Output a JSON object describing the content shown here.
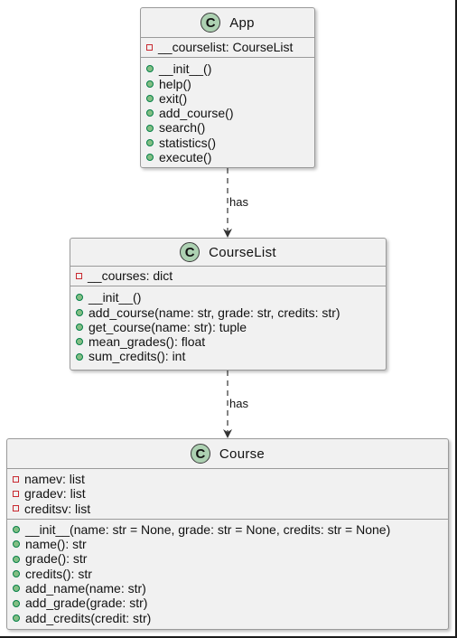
{
  "diagram": {
    "classes": {
      "app": {
        "badge": "C",
        "name": "App",
        "fields": [
          "__courselist: CourseList"
        ],
        "methods": [
          "__init__()",
          "help()",
          "exit()",
          "add_course()",
          "search()",
          "statistics()",
          "execute()"
        ]
      },
      "courselist": {
        "badge": "C",
        "name": "CourseList",
        "fields": [
          "__courses: dict"
        ],
        "methods": [
          "__init__()",
          "add_course(name: str, grade: str, credits: str)",
          "get_course(name: str): tuple",
          "mean_grades(): float",
          "sum_credits(): int"
        ]
      },
      "course": {
        "badge": "C",
        "name": "Course",
        "fields": [
          "namev: list",
          "gradev: list",
          "creditsv: list"
        ],
        "methods": [
          "__init__(name: str = None, grade: str = None, credits: str = None)",
          "name(): str",
          "grade(): str",
          "credits(): str",
          "add_name(name: str)",
          "add_grade(grade: str)",
          "add_credits(credit: str)"
        ]
      }
    },
    "relations": [
      {
        "from": "App",
        "to": "CourseList",
        "label": "has"
      },
      {
        "from": "CourseList",
        "to": "Course",
        "label": "has"
      }
    ],
    "colors": {
      "class_fill": "#f1f1f1",
      "class_border": "#9a9a9a",
      "badge_fill": "#add1b2",
      "private_marker": "#c82930",
      "public_marker": "#038048",
      "edge": "#333333"
    }
  }
}
